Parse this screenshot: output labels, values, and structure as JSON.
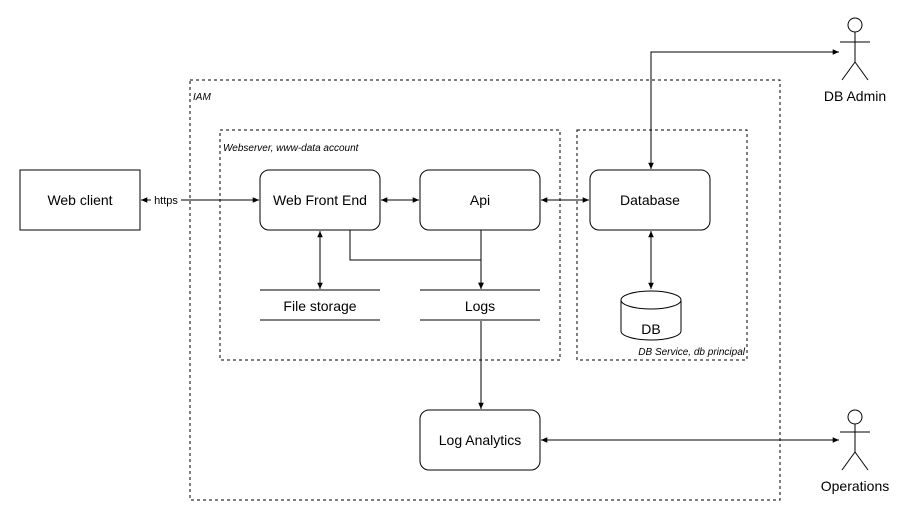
{
  "diagram": {
    "groups": {
      "iam": "IAM",
      "webserver": "Webserver, www-data account",
      "db_service": "DB Service, db principal"
    },
    "nodes": {
      "web_client": "Web client",
      "web_front_end": "Web Front End",
      "api": "Api",
      "database": "Database",
      "file_storage": "File storage",
      "logs": "Logs",
      "db": "DB",
      "log_analytics": "Log Analytics"
    },
    "actors": {
      "db_admin": "DB Admin",
      "operations": "Operations"
    },
    "edges": {
      "https": "https"
    }
  }
}
